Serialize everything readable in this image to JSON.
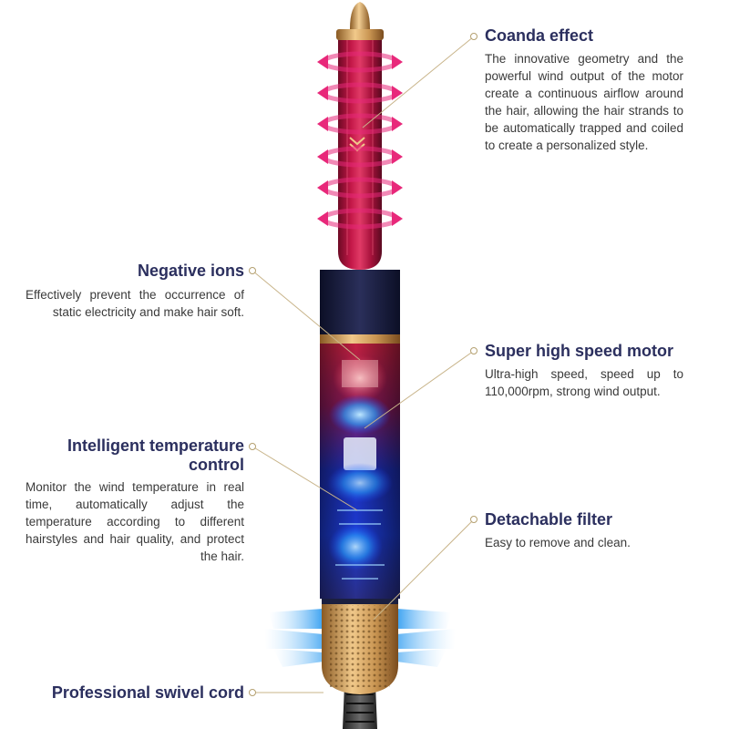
{
  "features": {
    "coanda": {
      "title": "Coanda effect",
      "description": "The innovative geometry and the powerful wind output of the motor create a continuous airflow around the hair, allowing the hair strands to be automatically trapped and coiled to create a personalized style."
    },
    "negative_ions": {
      "title": "Negative ions",
      "description": "Effectively prevent the occurrence of static electricity and make hair soft."
    },
    "motor": {
      "title": "Super high speed motor",
      "description": "Ultra-high speed, speed up to 110,000rpm, strong wind output."
    },
    "temperature": {
      "title": "Intelligent temperature control",
      "description": "Monitor the wind temperature in real time, automatically adjust the temperature according to different hairstyles and hair quality, and protect the hair."
    },
    "filter": {
      "title": "Detachable filter",
      "description": "Easy to remove and clean."
    },
    "cord": {
      "title": "Professional swivel cord"
    }
  },
  "colors": {
    "title": "#2b2f5e",
    "text": "#3a3a3a",
    "brush_red": "#b0103a",
    "gold": "#c99552",
    "navy": "#1b1f3f",
    "airflow_pink": "#e8287a",
    "airflow_blue": "#3aa6f0",
    "leader_line": "#c8b48a"
  }
}
